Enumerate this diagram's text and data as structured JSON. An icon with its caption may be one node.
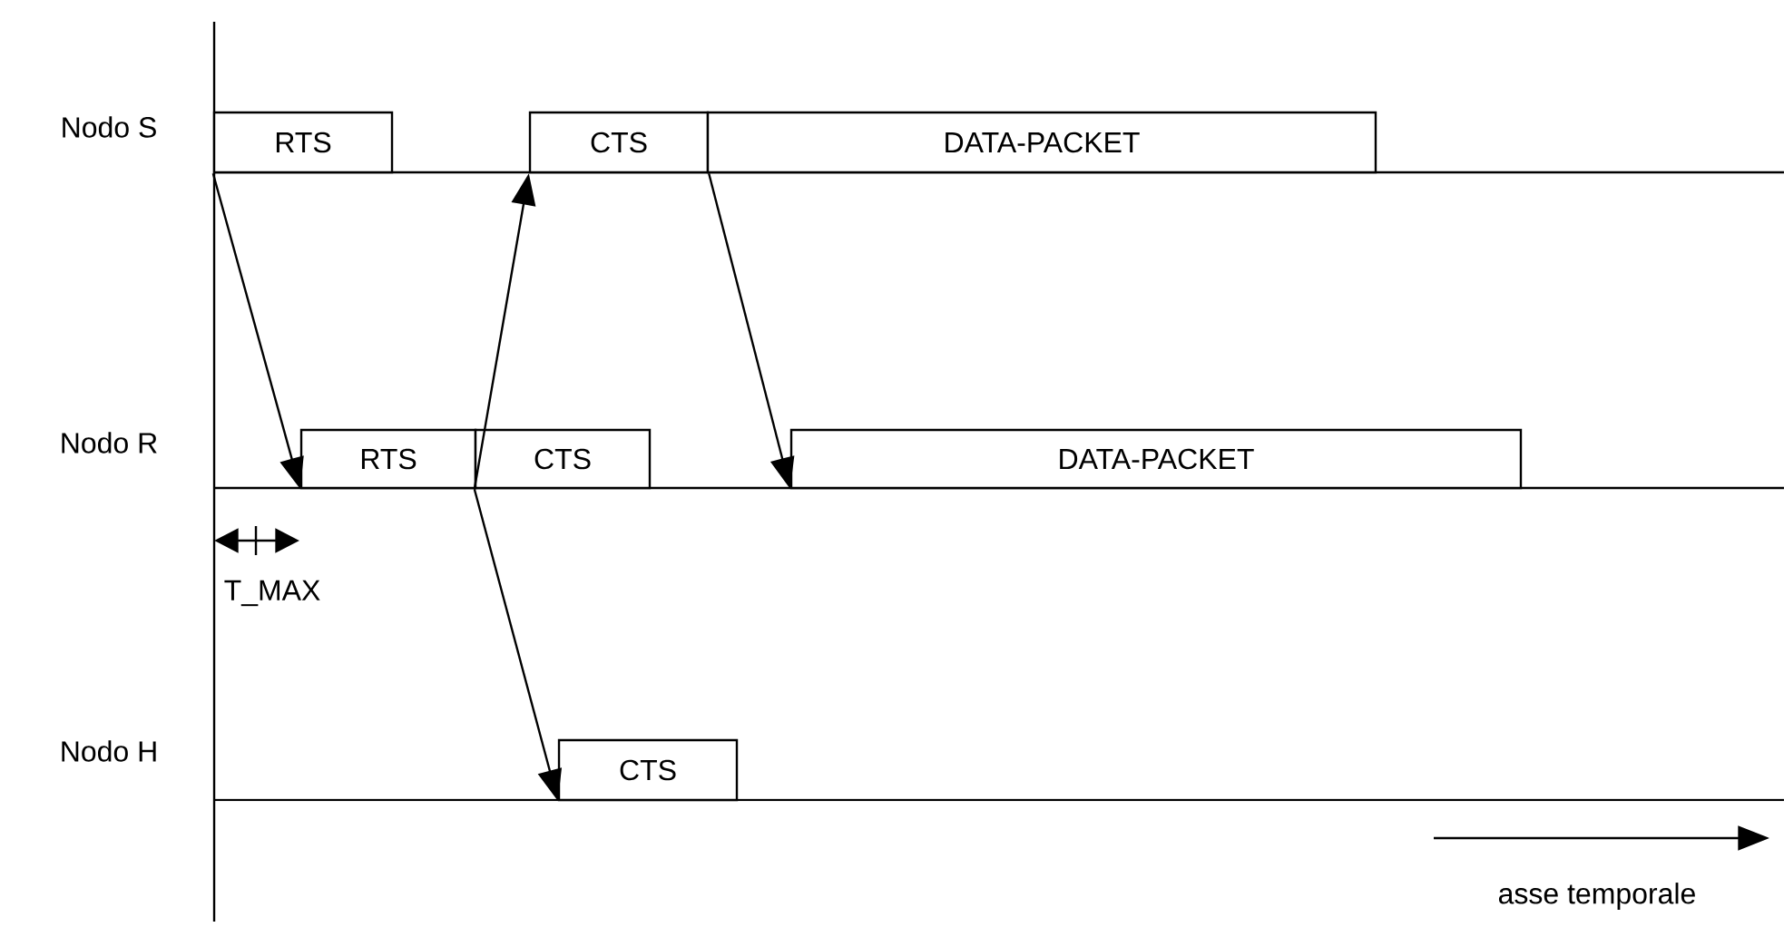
{
  "diagram": {
    "nodes": [
      {
        "text": [
          "RTS"
        ]
      },
      {
        "text": [
          "CTS"
        ]
      },
      {
        "text": [
          "DATA-PACKET"
        ]
      },
      {
        "text": [
          "RTS"
        ]
      },
      {
        "text": [
          "CTS"
        ]
      },
      {
        "text": [
          "DATA-PACKET"
        ]
      },
      {
        "text": [
          "CTS"
        ]
      }
    ],
    "edges": [
      {
        "from": 0,
        "to": 3,
        "arrow": "to"
      },
      {
        "from": 4,
        "to": 1,
        "arrow": "to"
      },
      {
        "from": 1,
        "to": 5,
        "arrow": "to"
      },
      {
        "from": 4,
        "to": 6,
        "arrow": "to"
      }
    ],
    "labels": [
      "Nodo S",
      "Nodo R",
      "T_MAX",
      "Nodo H",
      "asse temporale"
    ]
  }
}
